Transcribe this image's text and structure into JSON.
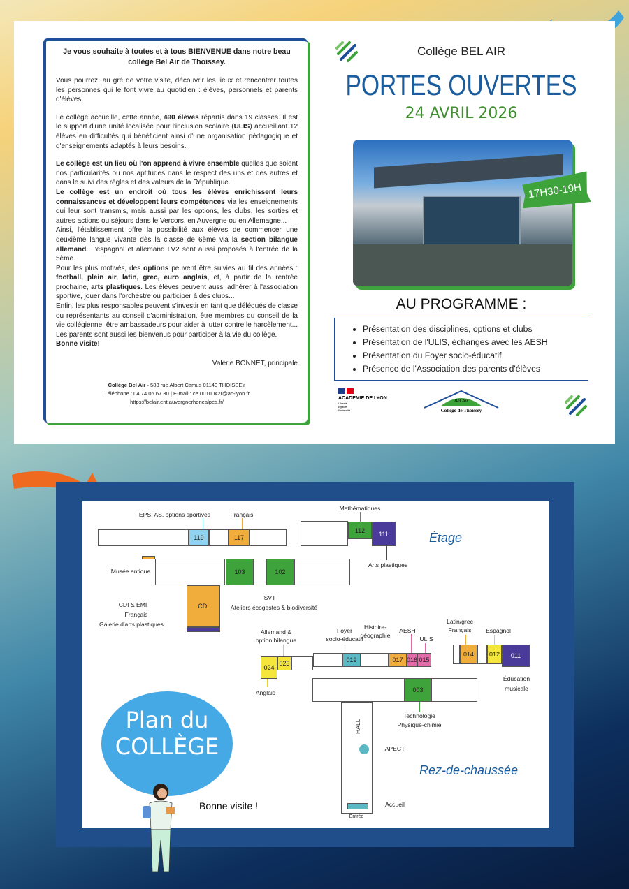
{
  "flyer": {
    "letter": {
      "heading": "Je vous souhaite à toutes et à tous BIENVENUE dans notre beau collège Bel Air de Thoissey.",
      "paragraphs": [
        [
          {
            "t": "Vous pourrez, au gré de votre visite, découvrir les lieux et rencontrer toutes les personnes qui le font vivre au quotidien : élèves, personnels et parents d'élèves."
          }
        ],
        [
          {
            "t": "Le collège accueille, cette année, "
          },
          {
            "t": "490 élèves",
            "b": true
          },
          {
            "t": " répartis dans 19 classes. Il est le support d'une unité localisée pour l'inclusion scolaire ("
          },
          {
            "t": "ULIS",
            "b": true
          },
          {
            "t": ") accueillant 12 élèves en difficultés qui bénéficient ainsi d'une organisation pédagogique et d'enseignements adaptés à leurs besoins."
          }
        ],
        [
          {
            "t": "Le collège est un lieu où l'on apprend à vivre ensemble",
            "b": true
          },
          {
            "t": " quelles que soient nos particularités ou nos aptitudes dans le respect des uns et des autres et dans le suivi des règles et des valeurs de la République."
          }
        ],
        [
          {
            "t": "Le collège est un endroit où tous les élèves enrichissent leurs connaissances et développent leurs compétences",
            "b": true
          },
          {
            "t": " via les enseignements qui leur sont transmis, mais aussi par les options, les clubs, les sorties et autres actions ou séjours dans le Vercors, en Auvergne ou en Allemagne..."
          }
        ],
        [
          {
            "t": "Ainsi, l'établissement offre la possibilité aux élèves de commencer une deuxième langue vivante dès la classe de 6ème via la "
          },
          {
            "t": "section bilangue allemand",
            "b": true
          },
          {
            "t": ". L'espagnol et allemand LV2 sont aussi proposés à l'entrée de la 5ème."
          }
        ],
        [
          {
            "t": "Pour les plus motivés, des "
          },
          {
            "t": "options",
            "b": true
          },
          {
            "t": " peuvent être suivies au fil des années : "
          },
          {
            "t": "football, plein air, latin, grec, euro anglais",
            "b": true
          },
          {
            "t": ", et, à partir de la rentrée prochaine, "
          },
          {
            "t": "arts plastiques",
            "b": true
          },
          {
            "t": ". Les élèves peuvent aussi adhérer à l'association sportive, jouer dans l'orchestre ou participer à des clubs..."
          }
        ],
        [
          {
            "t": "Enfin, les plus responsables peuvent s'investir en tant que délégués de classe ou représentants au conseil d'administration, être membres du conseil de la vie collégienne, être ambassadeurs pour aider à lutter contre le harcèlement... Les parents sont aussi les bienvenus pour participer à la vie du collège."
          }
        ],
        [
          {
            "t": "Bonne visite!",
            "b": true
          }
        ]
      ],
      "signature": "Valérie BONNET, principale",
      "footer_name": "Collège Bel Air -",
      "footer_address": " 583 rue Albert Camus 01140 THOISSEY",
      "footer_contact": "Téléphone : 04 74 06 67 30 | E-mail : ce.0010042r@ac-lyon.fr",
      "footer_url": "https://belair.ent.auvergnerhonealpes.fr/"
    },
    "college_name": "Collège BEL AIR",
    "title": "PORTES OUVERTES",
    "date": "24 AVRIL 2026",
    "hours": "17H30-19H",
    "program_title": "AU PROGRAMME :",
    "program": [
      "Présentation des disciplines, options et clubs",
      "Présentation de l'ULIS, échanges avec les AESH",
      "Présentation du Foyer socio-éducatif",
      "Présence de l'Association des parents d'élèves"
    ],
    "logos": {
      "academie": "ACADÉMIE DE LYON",
      "academie_motto": "Liberté Égalité Fraternité",
      "college": "Collège de Thoissey",
      "college_script": "Bel Air"
    }
  },
  "plan": {
    "title_1": "Plan du",
    "title_2": "COLLÈGE",
    "bonne_visite": "Bonne visite !",
    "floors": {
      "etage": "Étage",
      "rdc": "Rez-de-chaussée"
    },
    "rooms": {
      "r119": "119",
      "r117": "117",
      "r112": "112",
      "r111": "111",
      "r103": "103",
      "r102": "102",
      "cdi": "CDI",
      "r019": "019",
      "r017": "017",
      "r016": "016",
      "r015": "015",
      "r024": "024",
      "r023": "023",
      "r014": "014",
      "r012": "012",
      "r011": "011",
      "r003": "003"
    },
    "labels": {
      "eps": "EPS, AS, options sportives",
      "francais": "Français",
      "maths": "Mathématiques",
      "arts": "Arts plastiques",
      "musee": "Musée antique",
      "svt": "SVT",
      "ateliers": "Ateliers écogestes & biodiversité",
      "cdi1": "CDI & EMI",
      "cdi2": "Français",
      "cdi3": "Galerie d'arts plastiques",
      "allemand1": "Allemand &",
      "allemand2": "option bilangue",
      "foyer1": "Foyer",
      "foyer2": "socio-éducatif",
      "hist1": "Histoire-",
      "hist2": "géographie",
      "aesh": "AESH",
      "ulis": "ULIS",
      "latin1": "Latin/grec",
      "latin2": "Français",
      "espagnol": "Espagnol",
      "musique1": "Éducation",
      "musique2": "musicale",
      "anglais": "Anglais",
      "techno1": "Technologie",
      "techno2": "Physique-chimie",
      "apect": "APECT",
      "accueil": "Accueil",
      "hall": "HALL",
      "entree": "Entrée"
    }
  },
  "colors": {
    "blue": "#1b5c9c",
    "green": "#3ea33a",
    "orange": "#f0ad3c",
    "yellow": "#f4e63a",
    "purple": "#4a3a9a",
    "lightblue": "#8fd3f0",
    "teal": "#5ab9c4",
    "pink": "#e36aa8"
  }
}
